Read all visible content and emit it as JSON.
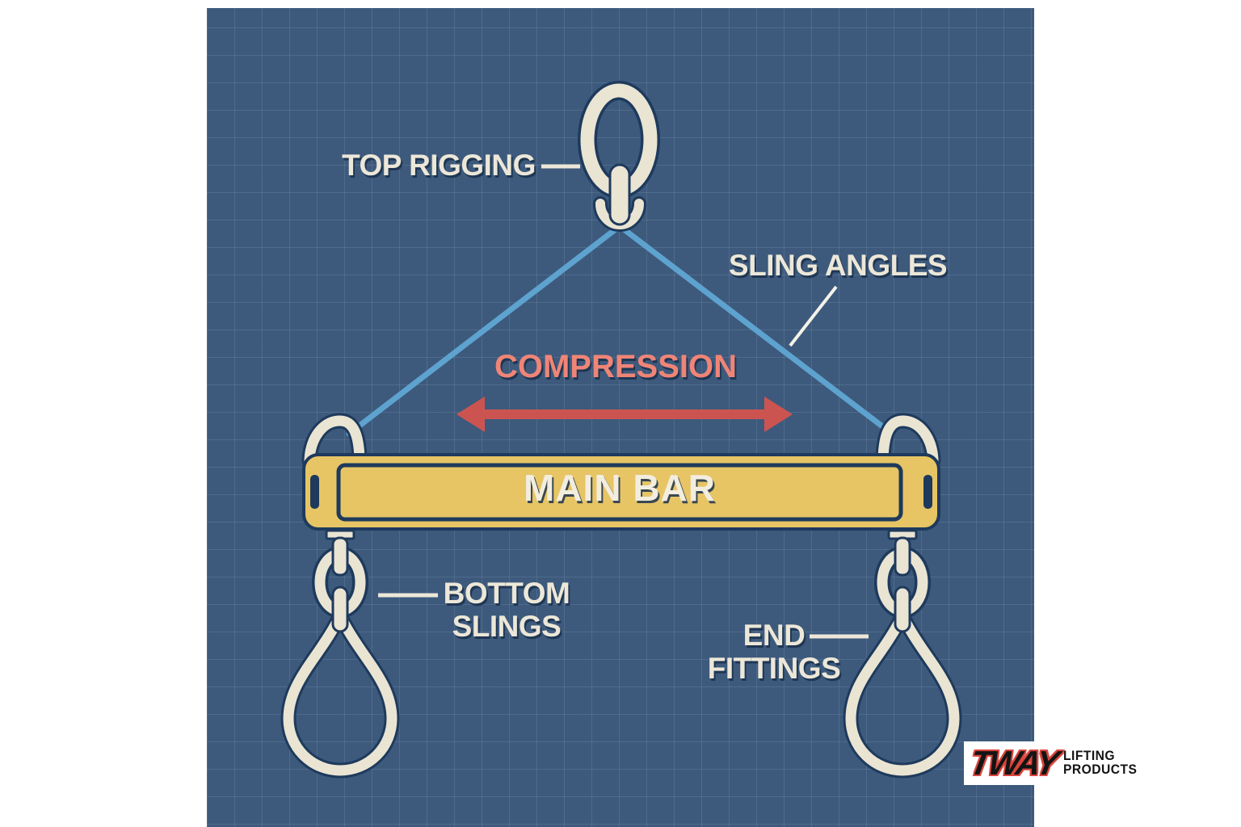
{
  "diagram_title": "lifting-beam-blueprint",
  "colors": {
    "margin": "#ffffff",
    "blueprint_bg": "#3d5a7c",
    "grid_line": "rgba(198,220,242,0.13)",
    "cream": "#eae4d3",
    "navy_outline": "#1e3a5c",
    "bar_yellow": "#e7c565",
    "sling_blue": "#5ea3cf",
    "arrow_red": "#cc5450",
    "compression_salmon": "#ef8577",
    "logo_red": "#d8453c",
    "logo_black": "#141414"
  },
  "labels": {
    "top_rigging": "TOP RIGGING",
    "sling_angles": "SLING ANGLES",
    "compression": "COMPRESSION",
    "main_bar": "MAIN BAR",
    "bottom_slings": "BOTTOM\nSLINGS",
    "end_fittings": "END\nFITTINGS"
  },
  "logo": {
    "brand": "TWAY",
    "line1": "LIFTING",
    "line2": "PRODUCTS"
  }
}
